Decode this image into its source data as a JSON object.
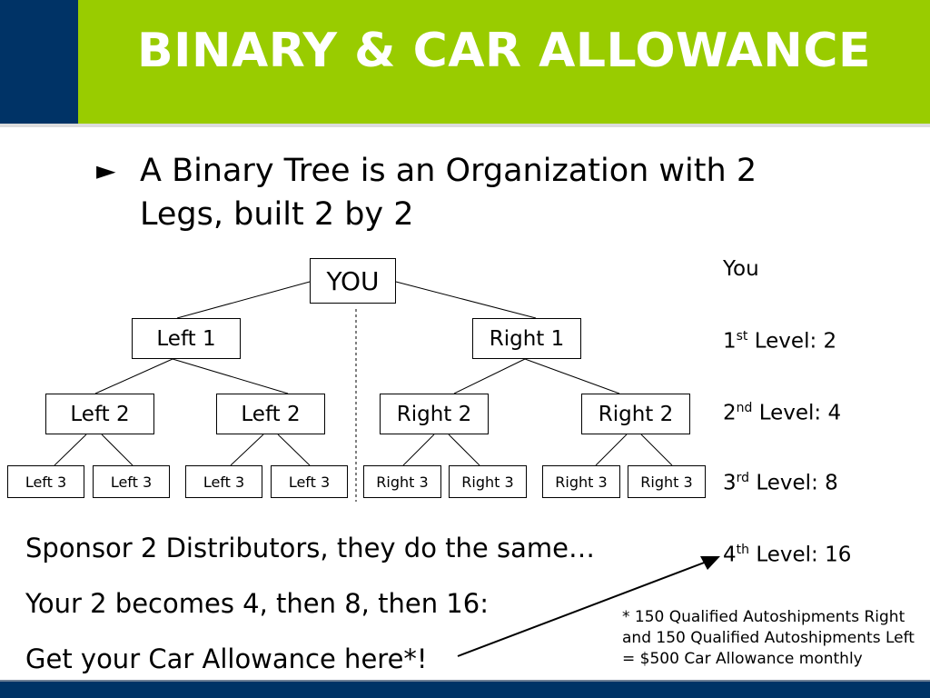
{
  "title": "BINARY & CAR ALLOWANCE",
  "bullet": {
    "marker": "►",
    "text": "A Binary Tree is an Organization with 2 Legs, built 2 by 2"
  },
  "tree": {
    "root": "YOU",
    "level1": [
      "Left 1",
      "Right 1"
    ],
    "level2": [
      "Left 2",
      "Left 2",
      "Right 2",
      "Right 2"
    ],
    "level3": [
      "Left 3",
      "Left 3",
      "Left 3",
      "Left 3",
      "Right 3",
      "Right 3",
      "Right 3",
      "Right 3"
    ]
  },
  "levels": [
    {
      "prefix": "You",
      "sup": "",
      "suffix": ""
    },
    {
      "prefix": "1",
      "sup": "st",
      "suffix": " Level: 2"
    },
    {
      "prefix": "2",
      "sup": "nd",
      "suffix": " Level: 4"
    },
    {
      "prefix": "3",
      "sup": "rd",
      "suffix": " Level: 8"
    },
    {
      "prefix": "4",
      "sup": "th",
      "suffix": " Level: 16"
    }
  ],
  "text_lines": [
    "Sponsor 2 Distributors, they do the same…",
    "Your 2 becomes 4, then 8, then 16:",
    "Get your Car Allowance here*!"
  ],
  "footnote": "* 150 Qualified Autoshipments Right and 150 Qualified Autoshipments Left = $500 Car Allowance monthly",
  "colors": {
    "title_bar": "#99cc00",
    "dark_blue": "#003366"
  }
}
